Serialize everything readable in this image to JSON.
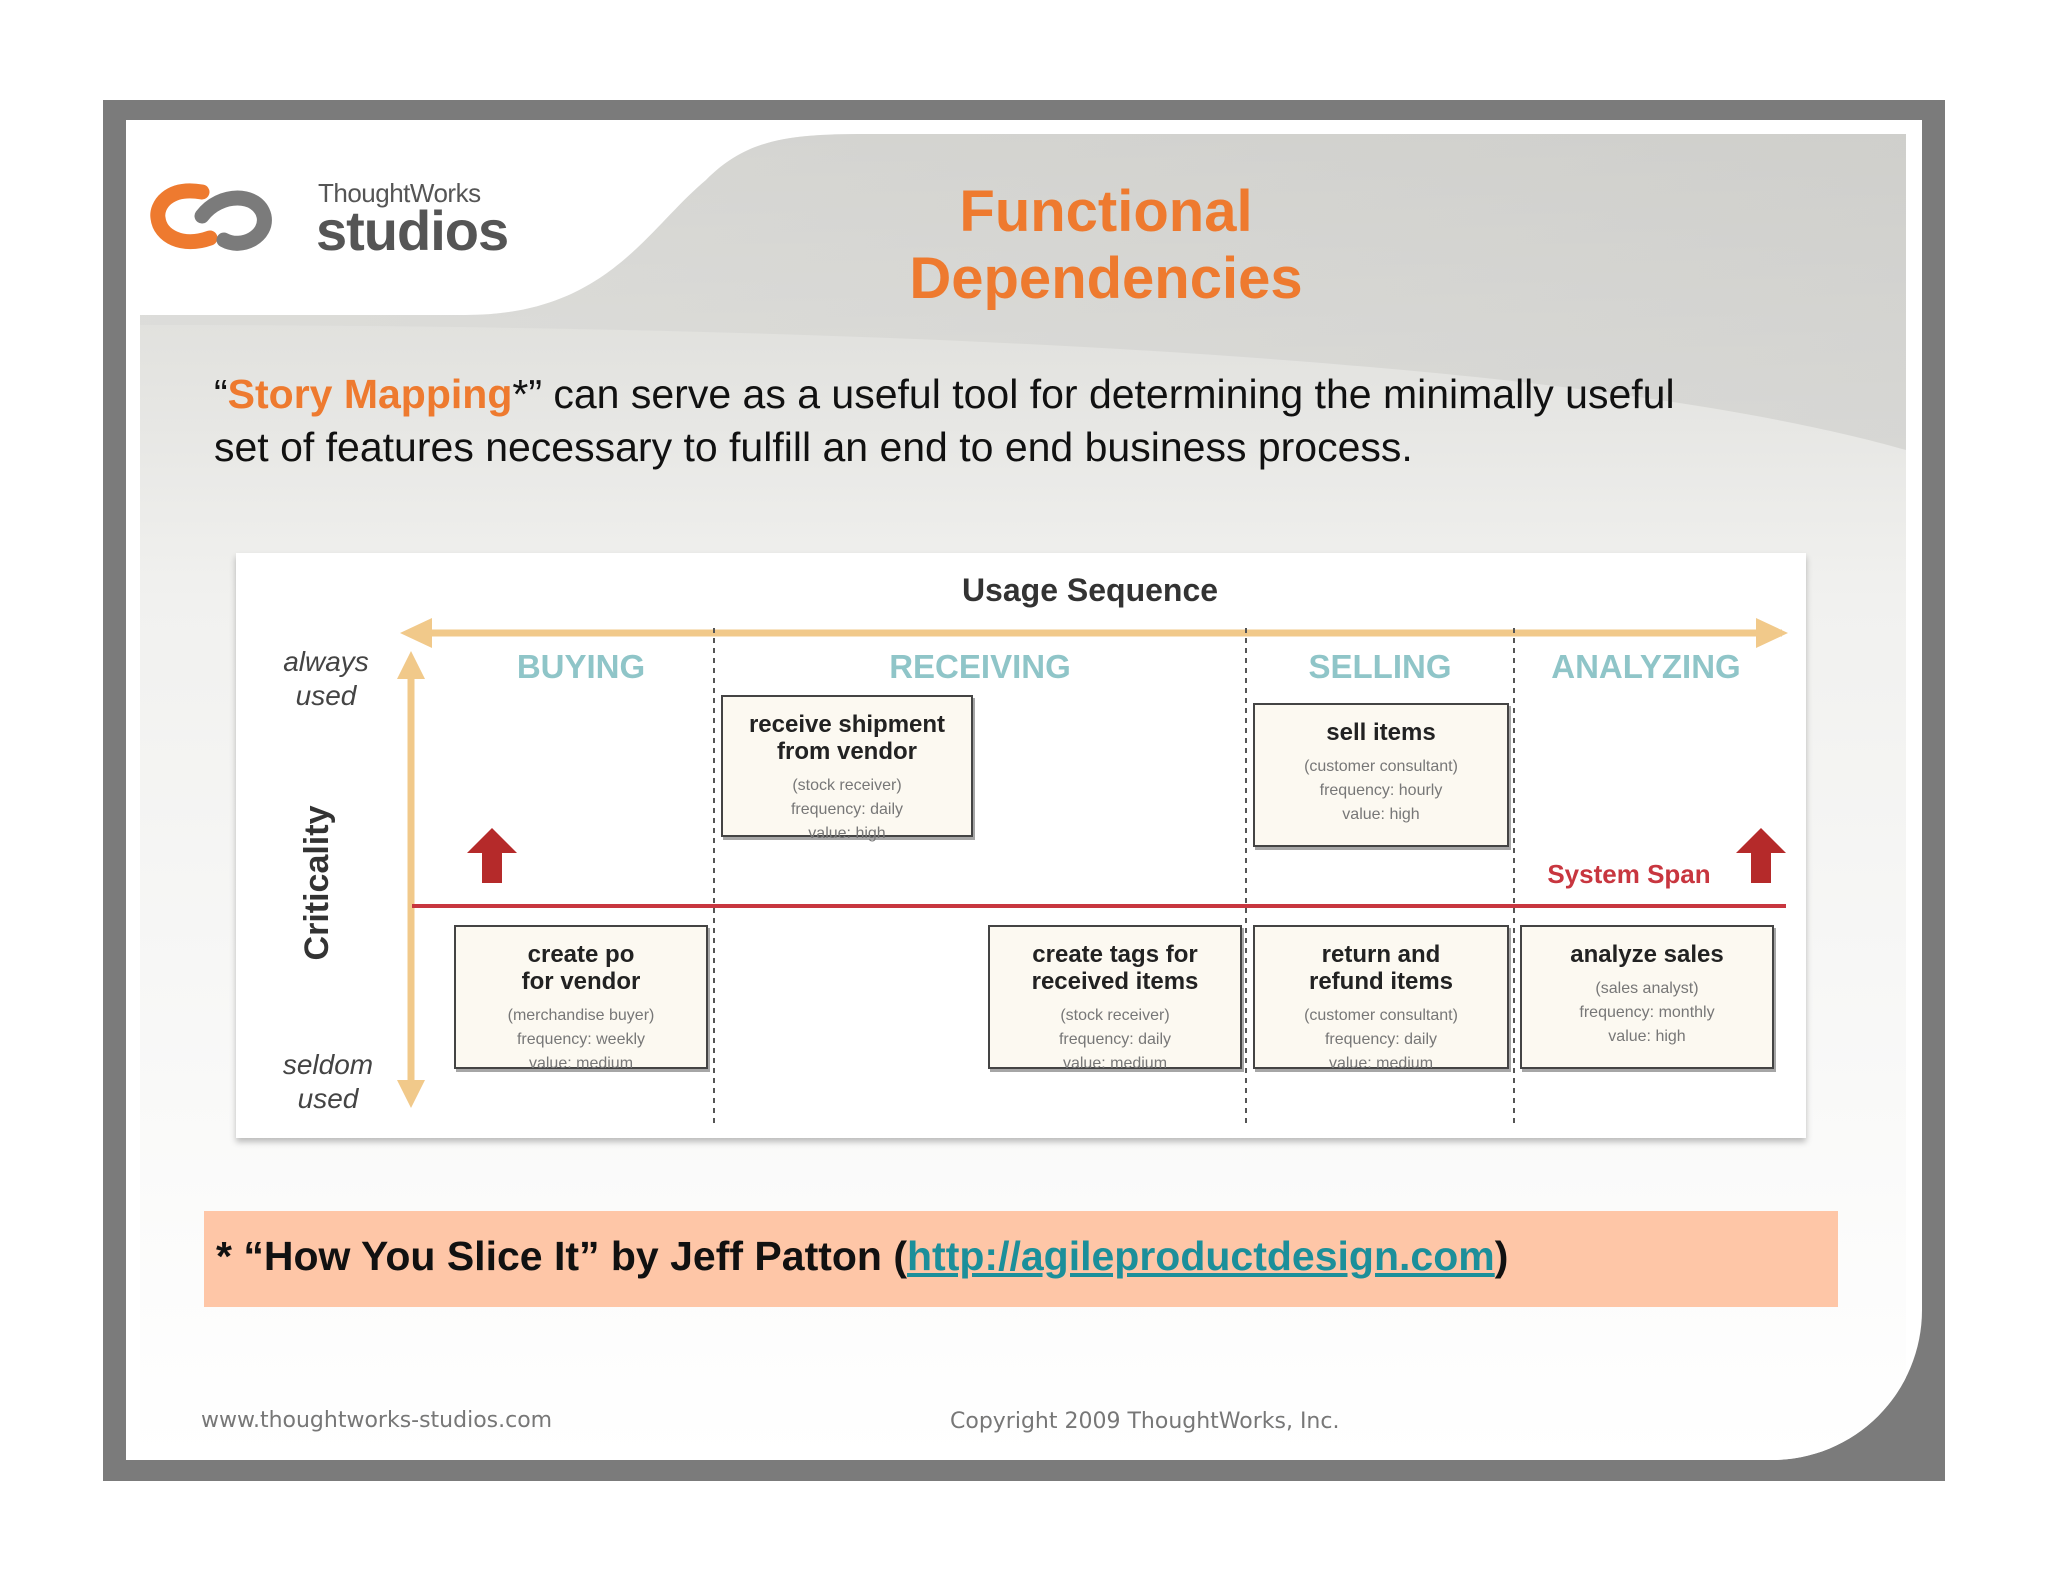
{
  "brand": {
    "company": "ThoughtWorks",
    "product": "studios",
    "logo_color": "#ee7a2f"
  },
  "slide": {
    "title": "Functional Dependencies",
    "title_color": "#ee7a2f",
    "intro": {
      "quote_open": "“",
      "highlight": "Story Mapping",
      "rest_line1": "*” can serve as a useful tool for determining the minimally useful",
      "line2": "set of features necessary to fulfill an end to end business process."
    }
  },
  "diagram": {
    "x_axis_title": "Usage Sequence",
    "y_axis_title": "Criticality",
    "y_axis_top": [
      "always",
      "used"
    ],
    "y_axis_bottom": [
      "seldom",
      "used"
    ],
    "system_span_label": "System Span",
    "axis_color": "#f1c98a",
    "span_line_color": "#c8363f",
    "column_header_color": "#8fc5c8",
    "columns": [
      "BUYING",
      "RECEIVING",
      "SELLING",
      "ANALYZING"
    ],
    "cards": [
      {
        "title": "receive shipment\nfrom vendor",
        "detail": "(stock receiver)\nfrequency: daily\nvalue: high"
      },
      {
        "title": "sell items",
        "detail": "(customer consultant)\nfrequency: hourly\nvalue: high"
      },
      {
        "title": "create po\nfor vendor",
        "detail": "(merchandise buyer)\nfrequency: weekly\nvalue: medium"
      },
      {
        "title": "create tags for\nreceived items",
        "detail": "(stock receiver)\nfrequency: daily\nvalue: medium"
      },
      {
        "title": "return and\nrefund items",
        "detail": "(customer consultant)\nfrequency: daily\nvalue: medium"
      },
      {
        "title": "analyze sales",
        "detail": "(sales analyst)\nfrequency: monthly\nvalue: high"
      }
    ]
  },
  "reference": {
    "prefix": "*  “How You Slice It” by Jeff Patton (",
    "link": "http://agileproductdesign.com",
    "suffix": ")",
    "background": "#fec6a7",
    "link_color": "#1c8f9a"
  },
  "footer": {
    "website": "www.thoughtworks-studios.com",
    "copyright": "Copyright 2009 ThoughtWorks, Inc."
  }
}
